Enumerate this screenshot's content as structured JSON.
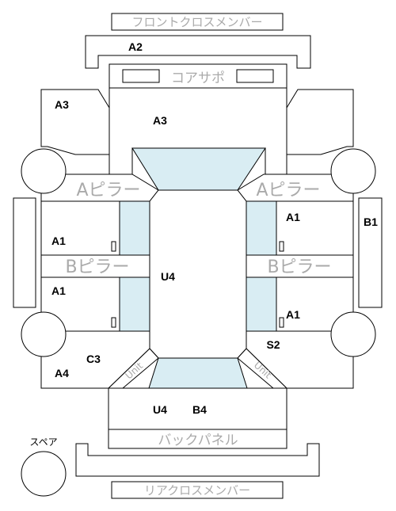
{
  "labels": {
    "front_cross_member": "フロントクロスメンバー",
    "core_support": "コアサポ",
    "a_pillar": "Aピラー",
    "b_pillar": "Bピラー",
    "back_panel": "バックパネル",
    "rear_cross_member": "リアクロスメンバー",
    "spare": "スペア",
    "unit": "Unit"
  },
  "ranks": {
    "a2": "A2",
    "a3_left": "A3",
    "a3_center": "A3",
    "a1_upper_left": "A1",
    "a1_lower_left": "A1",
    "a1_upper_right": "A1",
    "a1_lower_right": "A1",
    "b1": "B1",
    "u4_center": "U4",
    "c3": "C3",
    "a4": "A4",
    "s2": "S2",
    "u4_bottom": "U4",
    "b4": "B4"
  },
  "colors": {
    "glass": "#d9edf3",
    "grey_text": "#aaaaaa",
    "stroke": "#000000"
  }
}
